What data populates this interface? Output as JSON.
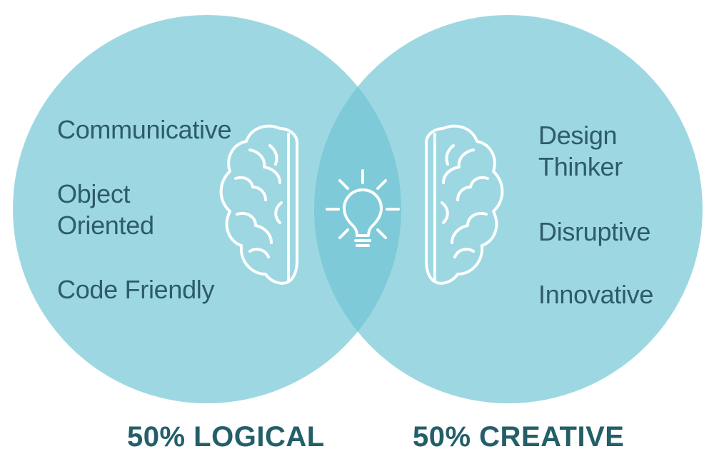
{
  "colors": {
    "circle": "#9dd8e2",
    "overlap": "#7ecad8",
    "text": "#2d5c66",
    "caption": "#245f69",
    "icon": "#ffffff"
  },
  "left": {
    "traits": [
      "Communicative",
      "Object\nOriented",
      "Code Friendly"
    ],
    "caption": "50% LOGICAL",
    "icon": "left-brain-icon"
  },
  "right": {
    "traits": [
      "Design\nThinker",
      "Disruptive",
      "Innovative"
    ],
    "caption": "50% CREATIVE",
    "icon": "right-brain-icon"
  },
  "center": {
    "icon": "lightbulb-icon"
  }
}
